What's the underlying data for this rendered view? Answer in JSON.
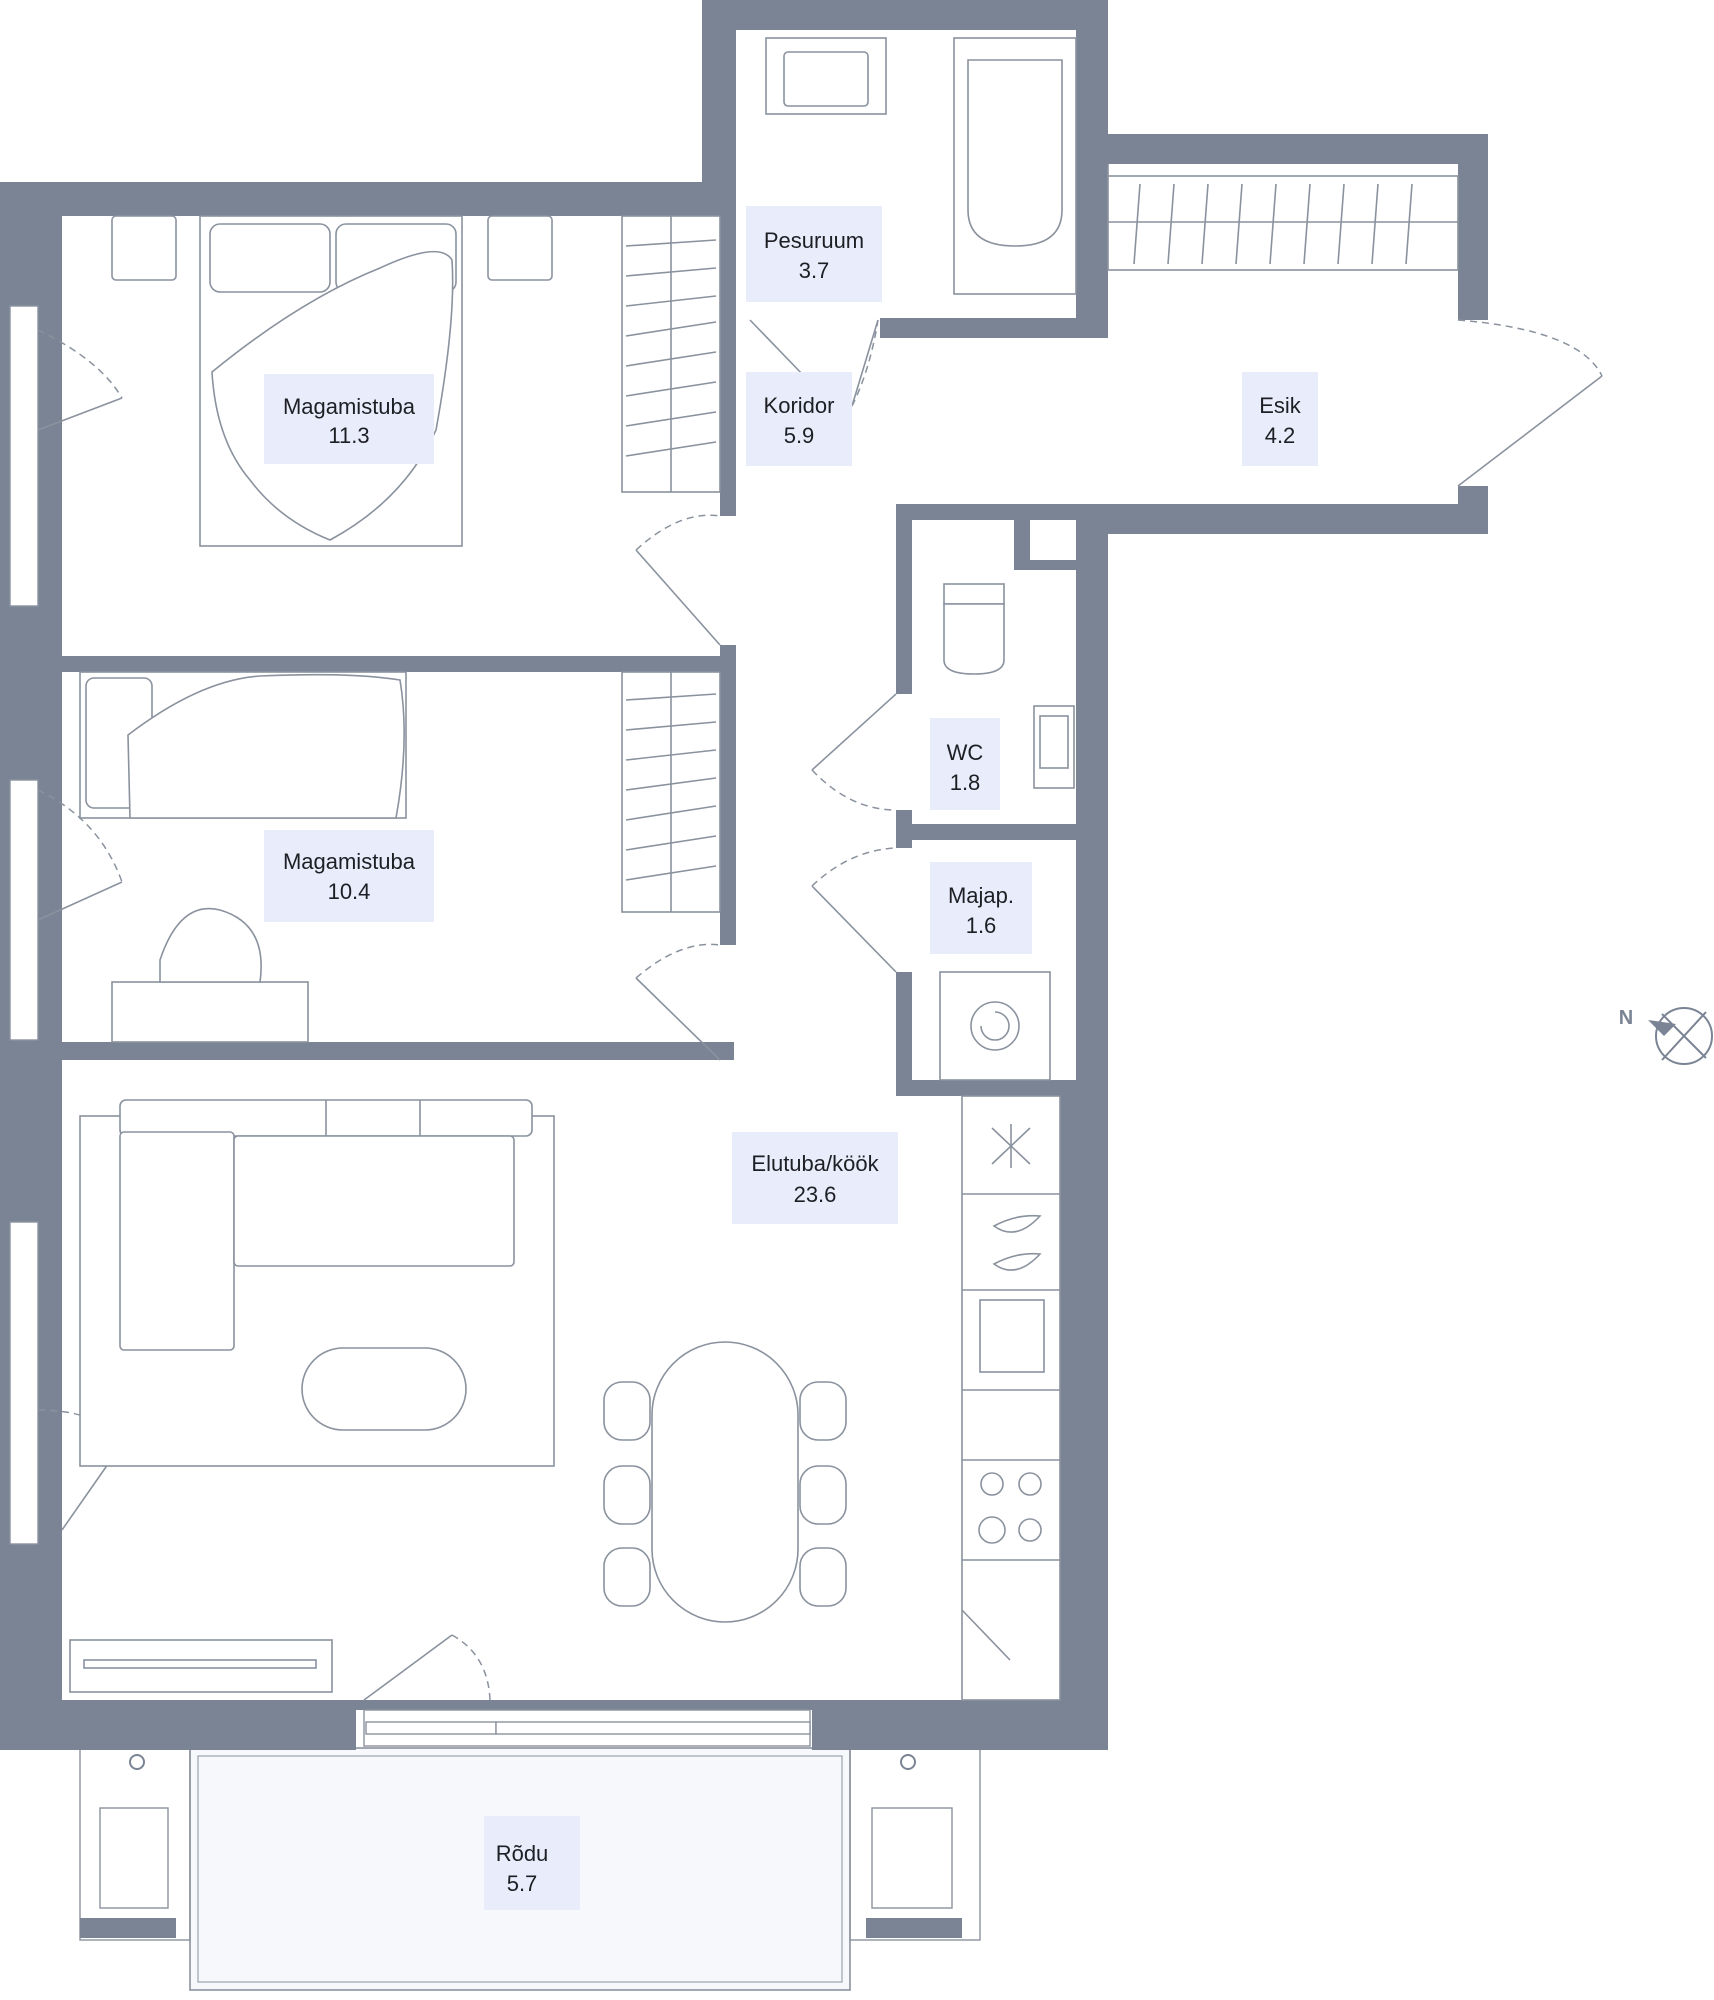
{
  "rooms": {
    "bedroom_1": {
      "name": "Magamistuba",
      "area": "11.3"
    },
    "bedroom_2": {
      "name": "Magamistuba",
      "area": "10.4"
    },
    "bathroom": {
      "name": "Pesuruum",
      "area": "3.7"
    },
    "corridor": {
      "name": "Koridor",
      "area": "5.9"
    },
    "entrance": {
      "name": "Esik",
      "area": "4.2"
    },
    "wc": {
      "name": "WC",
      "area": "1.8"
    },
    "utility": {
      "name": "Majap.",
      "area": "1.6"
    },
    "living_kitchen": {
      "name": "Elutuba/köök",
      "area": "23.6"
    },
    "balcony": {
      "name": "Rõdu",
      "area": "5.7"
    }
  },
  "compass": {
    "label": "N"
  },
  "colors": {
    "wall": "#7a8494",
    "label_background": "#e9edfb",
    "furniture_line": "#8a929e",
    "text": "#1d1f24"
  }
}
